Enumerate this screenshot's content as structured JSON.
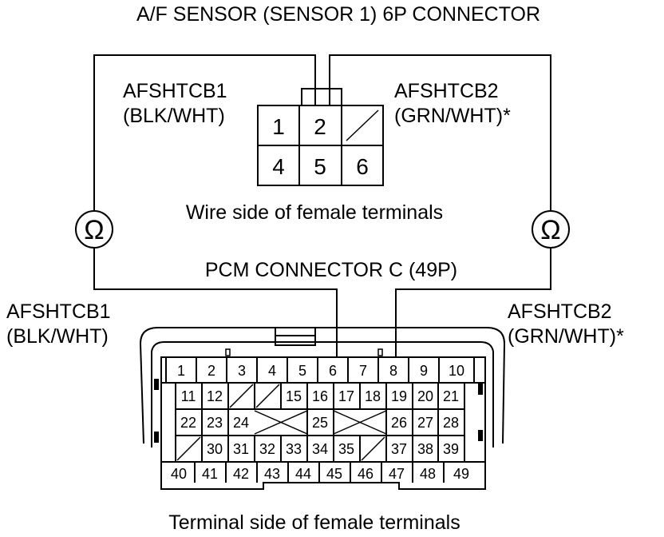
{
  "diagram": {
    "title": "A/F SENSOR (SENSOR 1) 6P CONNECTOR",
    "sensor_connector": {
      "left_wire": {
        "signal": "AFSHTCB1",
        "color": "(BLK/WHT)"
      },
      "right_wire": {
        "signal": "AFSHTCB2",
        "color": "(GRN/WHT)*"
      },
      "terminals": [
        "1",
        "2",
        "",
        "4",
        "5",
        "6"
      ],
      "caption": "Wire side of female terminals"
    },
    "meter_symbol": "Ω",
    "pcm_connector": {
      "title": "PCM CONNECTOR C (49P)",
      "left_wire": {
        "signal": "AFSHTCB1",
        "color": "(BLK/WHT)"
      },
      "right_wire": {
        "signal": "AFSHTCB2",
        "color": "(GRN/WHT)*"
      },
      "row1": [
        "1",
        "2",
        "3",
        "4",
        "5",
        "6",
        "7",
        "8",
        "9",
        "10"
      ],
      "row2": [
        "11",
        "12",
        "",
        "",
        "15",
        "16",
        "17",
        "18",
        "19",
        "20",
        "21"
      ],
      "row3": [
        "22",
        "23",
        "24",
        "",
        "",
        "25",
        "",
        "",
        "26",
        "27",
        "28"
      ],
      "row4": [
        "",
        "30",
        "31",
        "32",
        "33",
        "34",
        "35",
        "",
        "37",
        "38",
        "39"
      ],
      "row5": [
        "40",
        "41",
        "42",
        "43",
        "44",
        "45",
        "46",
        "47",
        "48",
        "49"
      ],
      "caption": "Terminal side of female terminals"
    }
  }
}
